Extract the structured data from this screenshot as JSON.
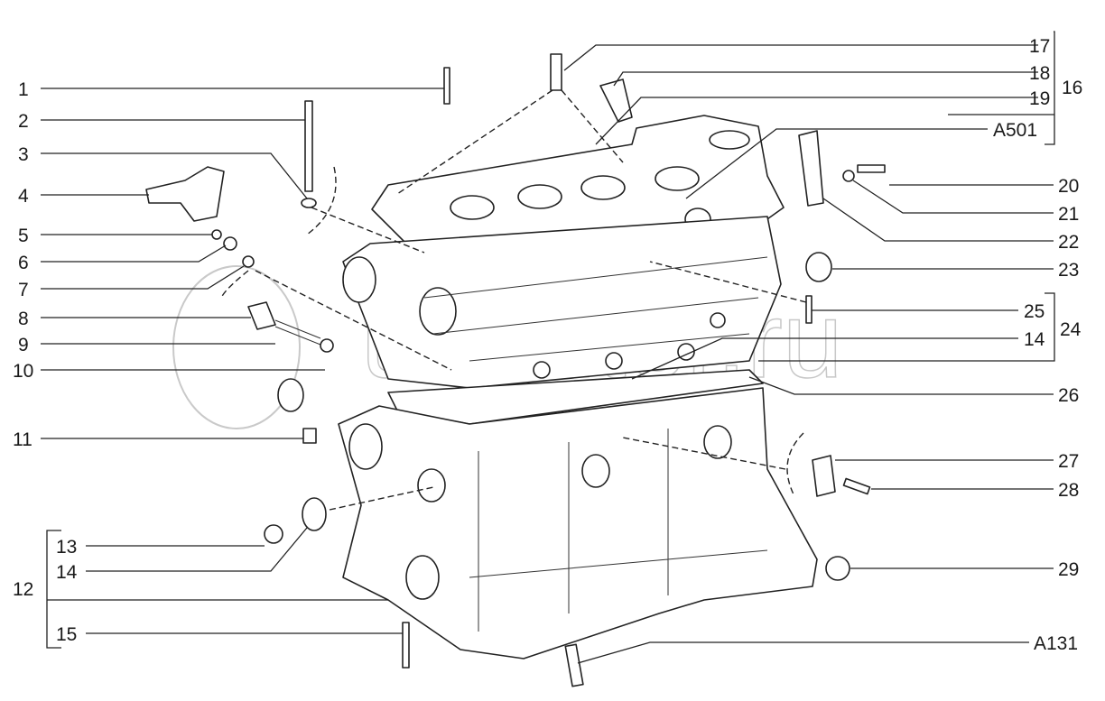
{
  "diagram": {
    "watermark": "autopiter.ru",
    "left_labels": [
      "1",
      "2",
      "3",
      "4",
      "5",
      "6",
      "7",
      "8",
      "9",
      "10",
      "11",
      "13",
      "14",
      "12",
      "15"
    ],
    "right_labels": [
      "17",
      "18",
      "19",
      "16",
      "A501",
      "20",
      "21",
      "22",
      "23",
      "25",
      "24",
      "14",
      "26",
      "27",
      "28",
      "29",
      "A131"
    ]
  }
}
